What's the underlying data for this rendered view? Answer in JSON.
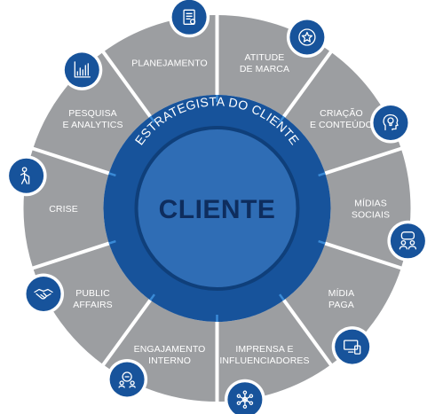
{
  "center": {
    "label": "CLIENTE"
  },
  "ring": {
    "label": "ESTRATEGISTA DO CLIENTE"
  },
  "segments": [
    {
      "lines": [
        "ATITUDE",
        "DE MARCA"
      ],
      "icon": "star-badge-icon"
    },
    {
      "lines": [
        "CRIAÇÃO",
        "E CONTEÚDO"
      ],
      "icon": "head-lightbulb-icon"
    },
    {
      "lines": [
        "MÍDIAS",
        "SOCIAIS"
      ],
      "icon": "people-chat-icon"
    },
    {
      "lines": [
        "MÍDIA",
        "PAGA"
      ],
      "icon": "devices-icon"
    },
    {
      "lines": [
        "IMPRENSA E",
        "INFLUENCIADORES"
      ],
      "icon": "network-icon"
    },
    {
      "lines": [
        "ENGAJAMENTO",
        "INTERNO"
      ],
      "icon": "team-icon"
    },
    {
      "lines": [
        "PUBLIC",
        "AFFAIRS"
      ],
      "icon": "handshake-icon"
    },
    {
      "lines": [
        "CRISE"
      ],
      "icon": "elderly-person-icon"
    },
    {
      "lines": [
        "PESQUISA",
        "E ANALYTICS"
      ],
      "icon": "bar-chart-icon"
    },
    {
      "lines": [
        "PLANEJAMENTO"
      ],
      "icon": "document-icon"
    }
  ],
  "colors": {
    "segment": "#9c9ea1",
    "separator": "#ffffff",
    "ring": "#17539b",
    "ring_edge": "#0f3f7a",
    "center": "#2f6db5",
    "center_text": "#0e2d5e",
    "icon_circle": "#17539b"
  }
}
